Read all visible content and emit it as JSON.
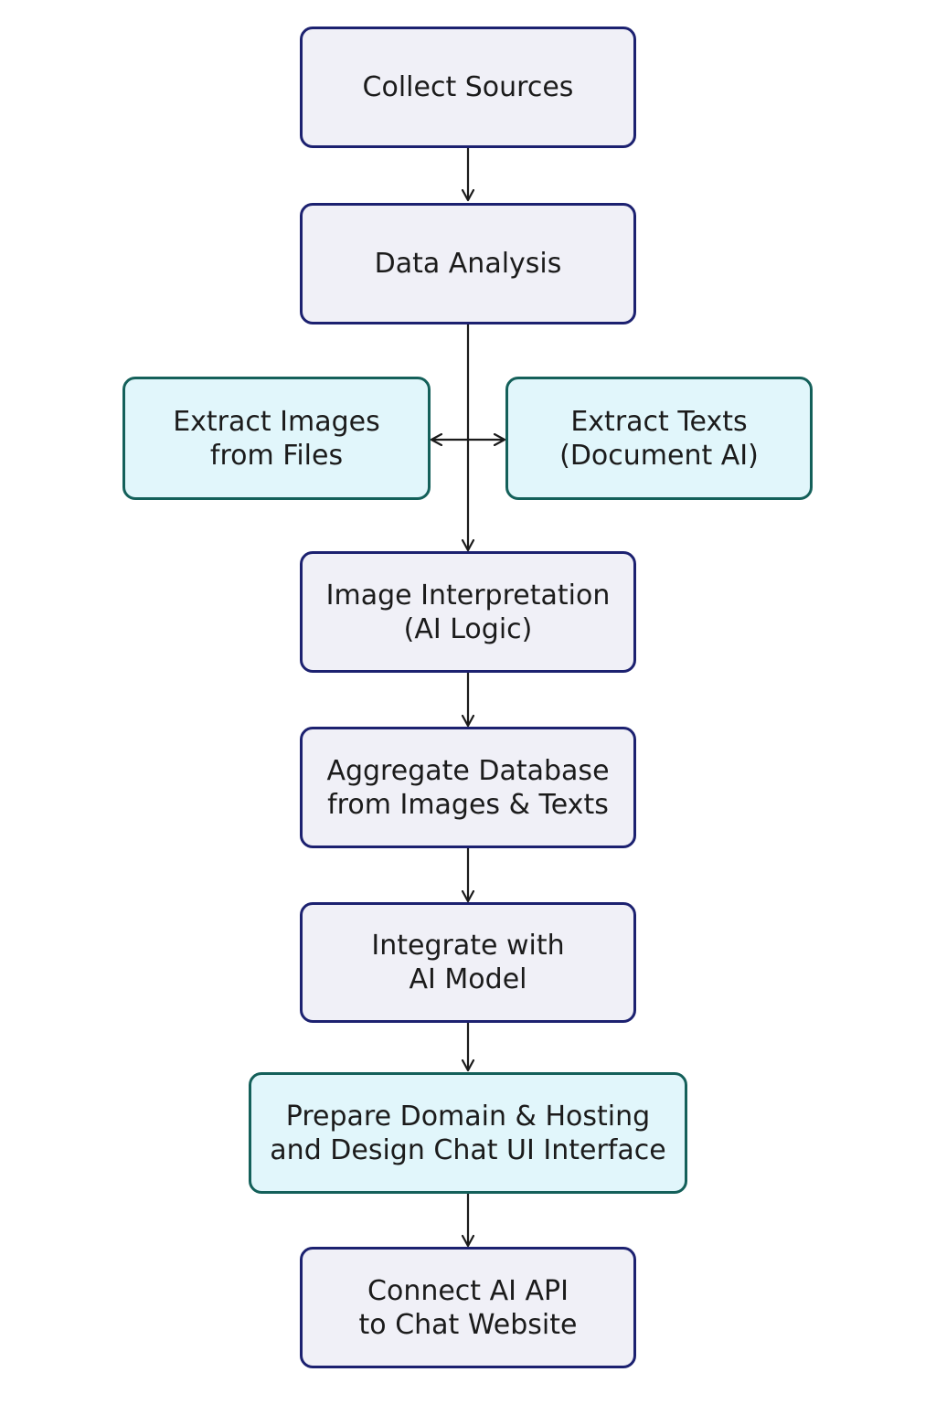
{
  "diagram": {
    "type": "flowchart",
    "colors": {
      "primary_fill": "#f0f0f7",
      "primary_border": "#1c2170",
      "secondary_fill": "#e1f6fb",
      "secondary_border": "#14605a",
      "connector": "#1b1b1b",
      "text": "#1b1b1b"
    },
    "nodes": {
      "collect_sources": "Collect Sources",
      "data_analysis": "Data Analysis",
      "extract_images": "Extract Images\nfrom Files",
      "extract_texts": "Extract Texts\n(Document AI)",
      "image_interpretation": "Image Interpretation\n(AI Logic)",
      "aggregate_database": "Aggregate Database\nfrom Images & Texts",
      "integrate_ai_model": "Integrate with\nAI Model",
      "prepare_domain": "Prepare Domain & Hosting\nand Design Chat UI Interface",
      "connect_api": "Connect AI API\nto Chat Website"
    },
    "edges": [
      {
        "from": "collect_sources",
        "to": "data_analysis"
      },
      {
        "from": "data_analysis",
        "to": "image_interpretation"
      },
      {
        "from": "data_analysis",
        "to": "extract_images"
      },
      {
        "from": "data_analysis",
        "to": "extract_texts"
      },
      {
        "from": "image_interpretation",
        "to": "aggregate_database"
      },
      {
        "from": "aggregate_database",
        "to": "integrate_ai_model"
      },
      {
        "from": "integrate_ai_model",
        "to": "prepare_domain"
      },
      {
        "from": "prepare_domain",
        "to": "connect_api"
      }
    ]
  }
}
